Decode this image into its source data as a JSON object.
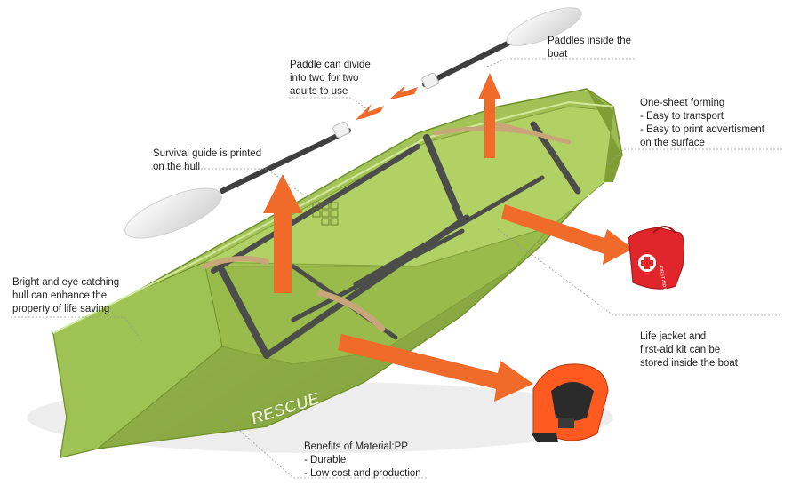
{
  "colors": {
    "hull_light": "#a6c75a",
    "hull_mid": "#8db044",
    "hull_dark": "#6f8f2c",
    "strap": "#4a4d4a",
    "arrow": "#f06a2a",
    "kit_red": "#e0262b",
    "leader": "#9a9a9a"
  },
  "hull_text": "RESCUE",
  "first_aid_kit_text": "FIRST AID KIT",
  "annotations": {
    "paddles_inside": {
      "line1": "Paddles inside the",
      "line2": "boat"
    },
    "paddle_divide": {
      "line1": "Paddle can divide",
      "line2": "into two for two",
      "line3": "adults to use"
    },
    "one_sheet": {
      "line1": "One-sheet forming",
      "line2": "- Easy to transport",
      "line3": "- Easy to print advertisment",
      "line4": "on the surface"
    },
    "survival_guide": {
      "line1": "Survival guide is printed",
      "line2": "on the hull"
    },
    "bright_hull": {
      "line1": "Bright and eye catching",
      "line2": "hull can enhance the",
      "line3": "property of life saving"
    },
    "life_jacket": {
      "line1": "Life jacket and",
      "line2": "first-aid kit can be",
      "line3": "stored inside the boat"
    },
    "benefits": {
      "line1": "Benefits of Material:PP",
      "line2": "- Durable",
      "line3": "- Low cost and production"
    }
  }
}
